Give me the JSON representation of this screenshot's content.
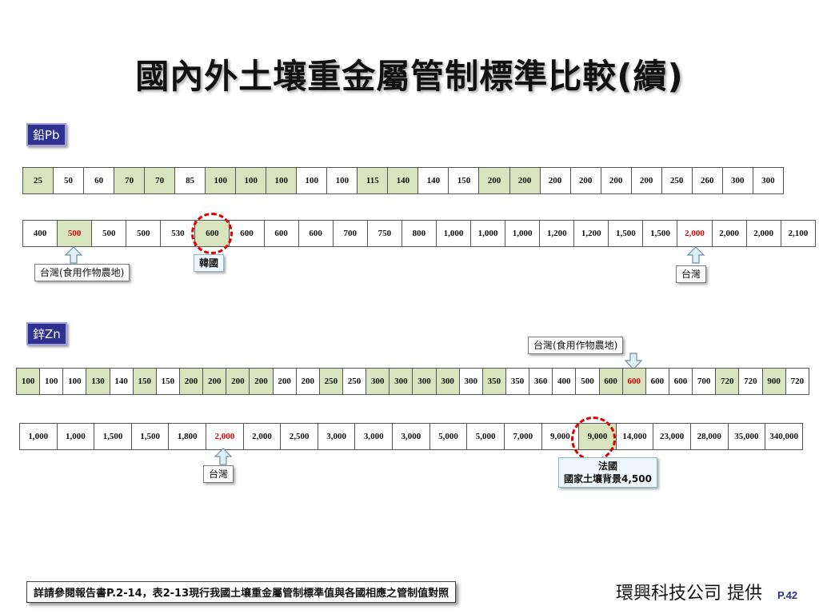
{
  "title": "國內外土壤重金屬管制標準比較(續)",
  "colors": {
    "tag_bg": "#2e3192",
    "highlight_cell": "#d7e4bd",
    "marker_red": "#e00000"
  },
  "pb": {
    "tag": "鉛Pb",
    "row1": [
      {
        "v": "25",
        "g": true
      },
      {
        "v": "50"
      },
      {
        "v": "60"
      },
      {
        "v": "70",
        "g": true
      },
      {
        "v": "70",
        "g": true
      },
      {
        "v": "85"
      },
      {
        "v": "100",
        "g": true
      },
      {
        "v": "100",
        "g": true
      },
      {
        "v": "100",
        "g": true
      },
      {
        "v": "100"
      },
      {
        "v": "100"
      },
      {
        "v": "115",
        "g": true
      },
      {
        "v": "140",
        "g": true
      },
      {
        "v": "140"
      },
      {
        "v": "150"
      },
      {
        "v": "200",
        "g": true
      },
      {
        "v": "200",
        "g": true
      },
      {
        "v": "200"
      },
      {
        "v": "200"
      },
      {
        "v": "200"
      },
      {
        "v": "200"
      },
      {
        "v": "250"
      },
      {
        "v": "260"
      },
      {
        "v": "300"
      },
      {
        "v": "300"
      }
    ],
    "row2": [
      {
        "v": "400"
      },
      {
        "v": "500",
        "g": true,
        "r": true
      },
      {
        "v": "500"
      },
      {
        "v": "500"
      },
      {
        "v": "530"
      },
      {
        "v": "600",
        "g": true
      },
      {
        "v": "600"
      },
      {
        "v": "600"
      },
      {
        "v": "600"
      },
      {
        "v": "700"
      },
      {
        "v": "750"
      },
      {
        "v": "800"
      },
      {
        "v": "1,000"
      },
      {
        "v": "1,000"
      },
      {
        "v": "1,000"
      },
      {
        "v": "1,200"
      },
      {
        "v": "1,200"
      },
      {
        "v": "1,500"
      },
      {
        "v": "1,500"
      },
      {
        "v": "2,000",
        "r": true
      },
      {
        "v": "2,000"
      },
      {
        "v": "2,000"
      },
      {
        "v": "2,100"
      }
    ],
    "callout_taiwan_food": "台灣(食用作物農地)",
    "callout_korea": "韓國",
    "callout_taiwan": "台灣"
  },
  "zn": {
    "tag": "鋅Zn",
    "row1": [
      {
        "v": "100",
        "g": true
      },
      {
        "v": "100"
      },
      {
        "v": "100"
      },
      {
        "v": "130",
        "g": true
      },
      {
        "v": "140"
      },
      {
        "v": "150",
        "g": true
      },
      {
        "v": "150"
      },
      {
        "v": "200",
        "g": true
      },
      {
        "v": "200",
        "g": true
      },
      {
        "v": "200",
        "g": true
      },
      {
        "v": "200",
        "g": true
      },
      {
        "v": "200"
      },
      {
        "v": "200"
      },
      {
        "v": "250",
        "g": true
      },
      {
        "v": "250"
      },
      {
        "v": "300",
        "g": true
      },
      {
        "v": "300",
        "g": true
      },
      {
        "v": "300",
        "g": true
      },
      {
        "v": "300",
        "g": true
      },
      {
        "v": "300"
      },
      {
        "v": "350",
        "g": true
      },
      {
        "v": "350"
      },
      {
        "v": "360"
      },
      {
        "v": "400"
      },
      {
        "v": "500"
      },
      {
        "v": "600",
        "g": true
      },
      {
        "v": "600",
        "g": true,
        "r": true
      },
      {
        "v": "600"
      },
      {
        "v": "600"
      },
      {
        "v": "700"
      },
      {
        "v": "720",
        "g": true
      },
      {
        "v": "720"
      },
      {
        "v": "900",
        "g": true
      },
      {
        "v": "720"
      }
    ],
    "row2": [
      {
        "v": "1,000"
      },
      {
        "v": "1,000"
      },
      {
        "v": "1,500"
      },
      {
        "v": "1,500"
      },
      {
        "v": "1,800"
      },
      {
        "v": "2,000",
        "r": true
      },
      {
        "v": "2,000"
      },
      {
        "v": "2,500"
      },
      {
        "v": "3,000"
      },
      {
        "v": "3,000"
      },
      {
        "v": "3,000"
      },
      {
        "v": "5,000"
      },
      {
        "v": "5,000"
      },
      {
        "v": "7,000"
      },
      {
        "v": "9,000"
      },
      {
        "v": "9,000",
        "g": true
      },
      {
        "v": "14,000"
      },
      {
        "v": "23,000"
      },
      {
        "v": "28,000"
      },
      {
        "v": "35,000"
      },
      {
        "v": "340,000"
      }
    ],
    "callout_taiwan_food": "台灣(食用作物農地)",
    "callout_taiwan": "台灣",
    "callout_france_line1": "法國",
    "callout_france_line2": "國家土壤背景4,500"
  },
  "footnote": "詳請參閱報告書P.2-14，表2-13現行我國土壤重金屬管制標準值與各國相應之管制值對照",
  "company": "環興科技公司  提供",
  "page_number": "P.42"
}
